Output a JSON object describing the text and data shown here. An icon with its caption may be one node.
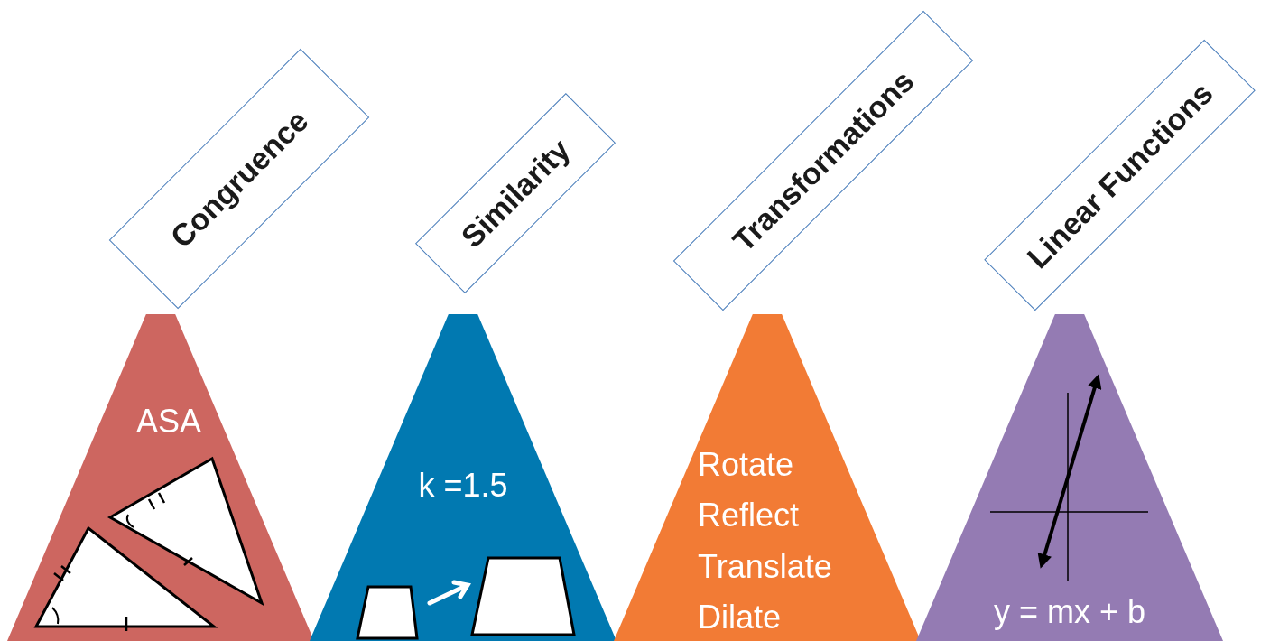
{
  "diagram": {
    "nodes": [
      {
        "text": [
          "Congruence"
        ]
      },
      {
        "text": [
          "ASA"
        ]
      },
      {
        "text": [
          "Similarity"
        ]
      },
      {
        "text": [
          "k =1.5"
        ]
      },
      {
        "text": [
          "Transformations"
        ]
      },
      {
        "text": [
          "Rotate",
          "Reflect",
          "Translate",
          "Dilate"
        ]
      },
      {
        "text": [
          "Linear Functions"
        ]
      },
      {
        "text": [
          "y = mx + b"
        ]
      }
    ]
  }
}
